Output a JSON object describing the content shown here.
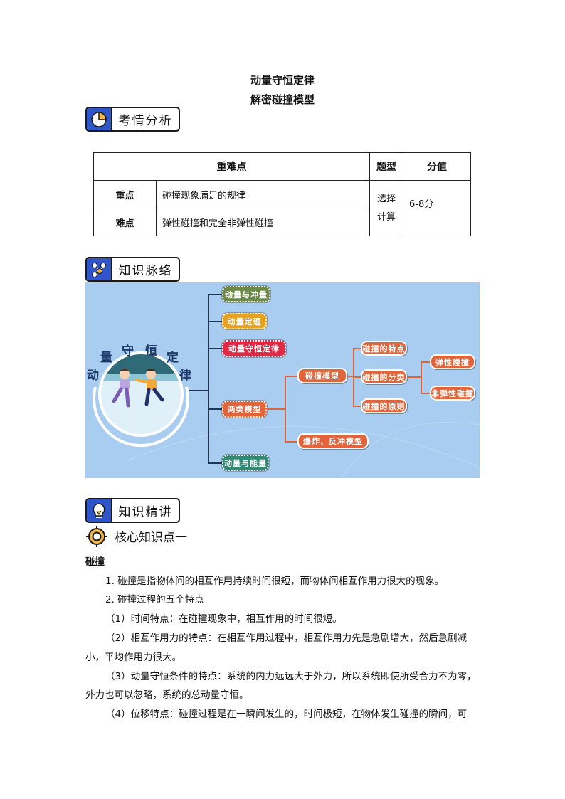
{
  "document": {
    "title": "动量守恒定律",
    "subtitle": "解密碰撞模型"
  },
  "sections": {
    "analysis": {
      "label": "考情分析",
      "icon": "pie-chart-icon"
    },
    "knowledge_map": {
      "label": "知识脉络",
      "icon": "network-nodes-icon"
    },
    "lecture": {
      "label": "知识精讲",
      "icon": "lightbulb-icon"
    }
  },
  "analysis_table": {
    "headers": [
      "重难点",
      "题型",
      "分值"
    ],
    "rows": [
      {
        "label": "重点",
        "content": "碰撞现象满足的规律"
      },
      {
        "label": "难点",
        "content": "弹性碰撞和完全非弹性碰撞"
      }
    ],
    "question_type": [
      "选择",
      "计算"
    ],
    "score": "6-8分"
  },
  "mind_map": {
    "root_chars": [
      "动",
      "量",
      "守",
      "恒",
      "定",
      "律"
    ],
    "branches": [
      {
        "label": "动量与冲量",
        "color": "#6c8a47"
      },
      {
        "label": "动量定理",
        "color": "#e8a020"
      },
      {
        "label": "动量守恒定律",
        "color": "#e02a45"
      },
      {
        "label": "两类模型",
        "color": "#e2643a"
      },
      {
        "label": "动量与能量",
        "color": "#2e8a74"
      }
    ],
    "models": [
      "碰撞模型",
      "爆炸、反冲模型"
    ],
    "collision_items": [
      "碰撞的特点",
      "碰撞的分类",
      "碰撞的原则"
    ],
    "classification": [
      "弹性碰撞",
      "非弹性碰撞"
    ],
    "colors": {
      "background": "#a9cdf0",
      "trunk_line": "#1e3553",
      "branch_line": "#d9673e"
    }
  },
  "core_point": {
    "label": "核心知识点一",
    "icon": "target-icon"
  },
  "content": {
    "heading": "碰撞",
    "items": [
      "1.  碰撞是指物体间的相互作用持续时间很短，而物体间相互作用力很大的现象。",
      "2.  碰撞过程的五个特点"
    ],
    "sub_items": [
      "（1）时间特点：在碰撞现象中，相互作用的时间很短。",
      "（2）相互作用力的特点：在相互作用过程中，相互作用力先是急剧增大，然后急剧减",
      "小，平均作用力很大。",
      "（3）动量守恒条件的特点：系统的内力远远大于外力，所以系统即使所受合力不为零，",
      "外力也可以忽略，系统的总动量守恒。",
      "（4）位移特点：碰撞过程是在一瞬间发生的，时间极短，在物体发生碰撞的瞬间，可"
    ]
  },
  "theme": {
    "badge_blue": "#2f55c8",
    "accent_orange": "#f2b64a"
  }
}
